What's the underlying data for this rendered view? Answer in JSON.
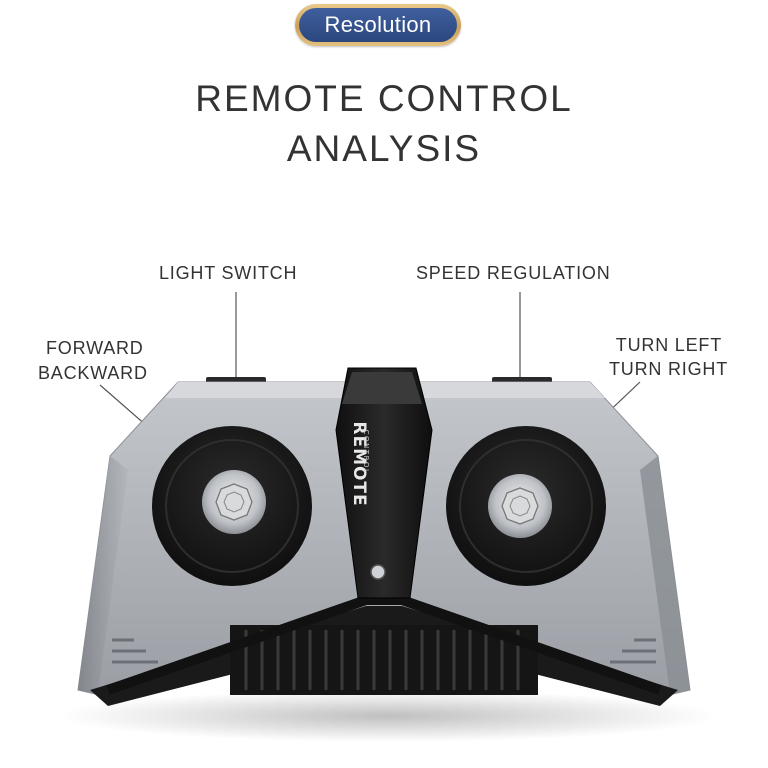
{
  "badge": {
    "label": "Resolution"
  },
  "heading": {
    "line1": "REMOTE CONTROL",
    "line2": "ANALYSIS"
  },
  "callouts": {
    "light_switch": "LIGHT SWITCH",
    "speed_regulation": "SPEED REGULATION",
    "forward": "FORWARD",
    "backward": "BACKWARD",
    "turn_left": "TURN LEFT",
    "turn_right": "TURN RIGHT"
  },
  "product": {
    "brand_word": "REMOTE",
    "brand_subword": "CONTROL"
  },
  "colors": {
    "badge_gold": "#d4ad66",
    "badge_blue": "#34508c",
    "body_silver": "#a9adb3",
    "body_dark": "#1c1c1c"
  }
}
